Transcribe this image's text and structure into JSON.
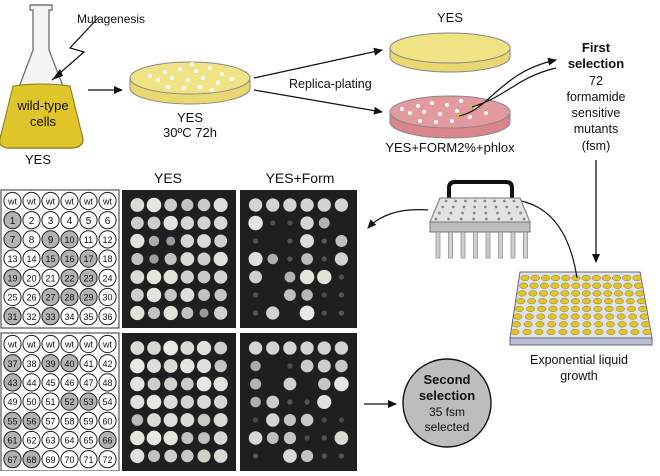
{
  "labels": {
    "mutagenesis": "Mutagenesis",
    "flask_top": "wild-type",
    "flask_bottom": "cells",
    "yes_flask": "YES",
    "yes_plate": "YES",
    "yes_plate_cond": "30ºC   72h",
    "replica": "Replica-plating",
    "yes_top": "YES",
    "yes_form_phlox": "YES+FORM2%+phlox",
    "first_sel_1": "First",
    "first_sel_2": "selection",
    "fs_count": "72",
    "fs_line1": "formamide",
    "fs_line2": "sensitive",
    "fs_line3": "mutants",
    "fs_line4": "(fsm)",
    "yes_col": "YES",
    "yes_form_col": "YES+Form",
    "exp_1": "Exponential liquid",
    "exp_2": "growth",
    "second_1": "Second",
    "second_2": "selection",
    "second_3": "35 fsm",
    "second_4": "selected"
  },
  "grid1": [
    [
      "wt",
      "wt",
      "wt",
      "wt",
      "wt",
      "wt"
    ],
    [
      "1",
      "2",
      "3",
      "4",
      "5",
      "6"
    ],
    [
      "7",
      "8",
      "9",
      "10",
      "11",
      "12"
    ],
    [
      "13",
      "14",
      "15",
      "16",
      "17",
      "18"
    ],
    [
      "19",
      "20",
      "21",
      "22",
      "23",
      "24"
    ],
    [
      "25",
      "26",
      "27",
      "28",
      "29",
      "30"
    ],
    [
      "31",
      "32",
      "33",
      "34",
      "35",
      "36"
    ]
  ],
  "grid1_selected": [
    "1",
    "7",
    "9",
    "10",
    "15",
    "16",
    "17",
    "19",
    "22",
    "23",
    "27",
    "28",
    "29",
    "31",
    "33"
  ],
  "grid2": [
    [
      "wt",
      "wt",
      "wt",
      "wt",
      "wt",
      "wt"
    ],
    [
      "37",
      "38",
      "39",
      "40",
      "41",
      "42"
    ],
    [
      "43",
      "44",
      "45",
      "46",
      "47",
      "48"
    ],
    [
      "49",
      "50",
      "51",
      "52",
      "53",
      "54"
    ],
    [
      "55",
      "56",
      "57",
      "58",
      "59",
      "60"
    ],
    [
      "61",
      "62",
      "63",
      "64",
      "65",
      "66"
    ],
    [
      "67",
      "68",
      "69",
      "70",
      "71",
      "72"
    ]
  ],
  "grid2_selected": [
    "37",
    "39",
    "40",
    "43",
    "52",
    "53",
    "55",
    "56",
    "61",
    "66",
    "67",
    "68"
  ],
  "colors": {
    "yes_medium": "#efe385",
    "phlox_medium": "#e39a9e",
    "flask_liquid": "#e0c52a",
    "selected_circle": "#b3b3b3",
    "photo_bg": "#1f1f1f"
  }
}
